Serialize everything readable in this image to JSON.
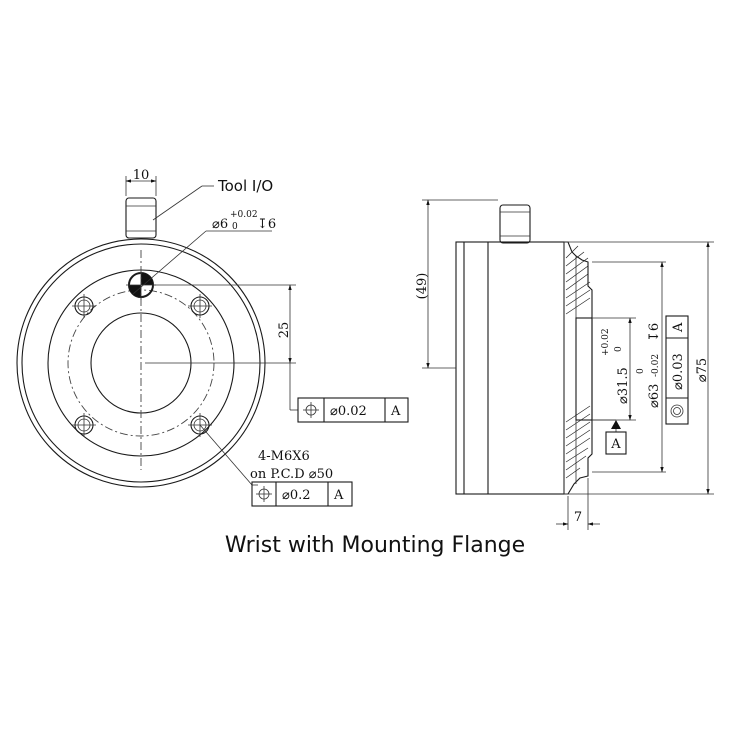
{
  "caption": "Wrist  with  Mounting Flange",
  "front_view": {
    "tool_io_label": "Tool I/O",
    "dim_width": "10",
    "hole_dia": "⌀6",
    "hole_tol_upper": "+0.02",
    "hole_tol_lower": "0",
    "hole_depth": "↧6",
    "dim_25": "25",
    "fcf_top": {
      "value": "⌀0.02",
      "datum": "A"
    },
    "bolt_spec": "4-M6X6",
    "pcd_spec": "on P.C.D ⌀50",
    "fcf_bottom": {
      "value": "⌀0.2",
      "datum": "A"
    }
  },
  "side_view": {
    "dim_49": "(49)",
    "dim_75": "⌀75",
    "dim_7": "7",
    "dim_31_5": "⌀31.5",
    "tol_31_5_upper": "+0.02",
    "tol_31_5_lower": "0",
    "dim_63": "⌀63",
    "tol_63_upper": "0",
    "tol_63_lower": "-0.02",
    "depth_63": "↧6",
    "fcf_value": "⌀0.03",
    "fcf_datum": "A",
    "datum_box": "A"
  }
}
